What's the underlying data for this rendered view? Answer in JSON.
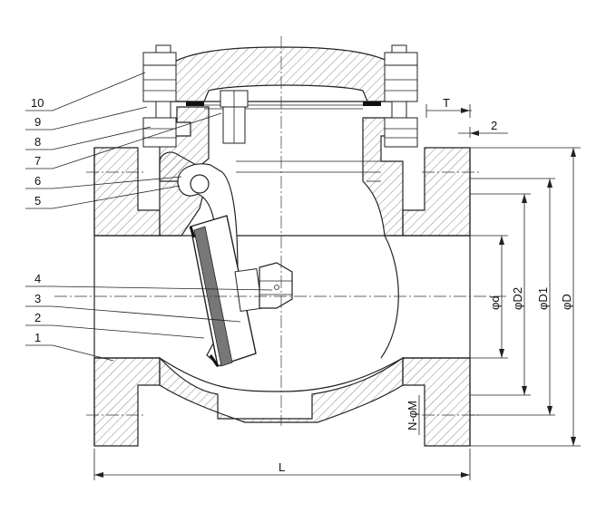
{
  "callouts": [
    {
      "id": "c10",
      "label": "10"
    },
    {
      "id": "c9",
      "label": "9"
    },
    {
      "id": "c8",
      "label": "8"
    },
    {
      "id": "c7",
      "label": "7"
    },
    {
      "id": "c6",
      "label": "6"
    },
    {
      "id": "c5",
      "label": "5"
    },
    {
      "id": "c4",
      "label": "4"
    },
    {
      "id": "c3",
      "label": "3"
    },
    {
      "id": "c2",
      "label": "2"
    },
    {
      "id": "c1",
      "label": "1"
    }
  ],
  "dimensions": {
    "top_thickness": "T",
    "raised_face": "2",
    "bore": "φd",
    "raised_face_dia": "φD2",
    "bolt_circle_dia": "φD1",
    "flange_dia": "φD",
    "bolt_holes": "N-φM",
    "length": "L"
  }
}
